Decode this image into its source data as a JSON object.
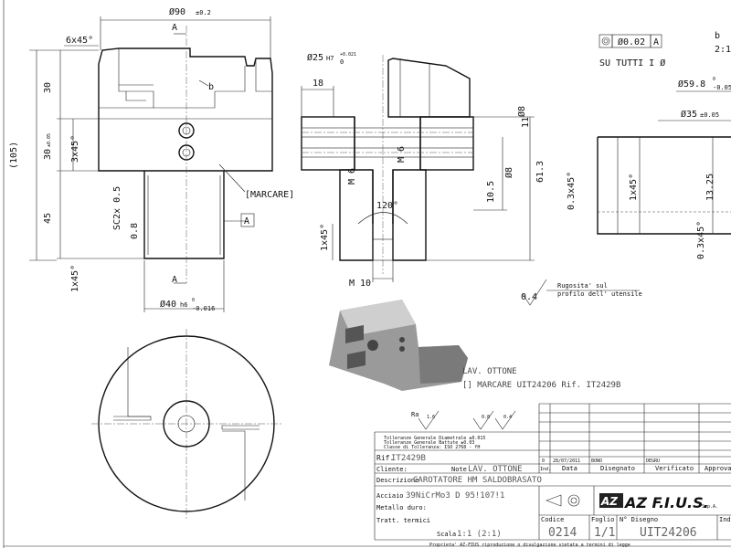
{
  "front_view": {
    "dim_top_diameter": "Ø90",
    "dim_top_diameter_tol": "±0.2",
    "dim_chamfer_top": "6x45°",
    "section_mark_top": "A",
    "section_mark_bottom": "A",
    "label_b": "b",
    "dim_30": "30",
    "dim_30_tol_value": "30",
    "dim_30_tol": "±0.05",
    "dim_105": "(105)",
    "dim_3x45": "3x45°",
    "dim_45": "45",
    "dim_1x45": "1x45°",
    "dim_sc2x05": "SC2x 0.5",
    "rough_08": "0.8",
    "marcare": "[MARCARE]",
    "datum_A": "A",
    "dim_bottom_diameter": "Ø40",
    "dim_bottom_fit": "h6",
    "dim_bottom_upper": "0",
    "dim_bottom_lower": "-0.016"
  },
  "section_view": {
    "dim_bore": "Ø25",
    "dim_bore_fit": "H7",
    "dim_bore_upper": "+0.021",
    "dim_bore_lower": "0",
    "dim_18": "18",
    "dim_11": "11",
    "dim_phi8_a": "Ø8",
    "dim_phi8_b": "Ø8",
    "dim_m6_a": "M 6",
    "dim_m6_b": "M 6",
    "dim_10_5": "10.5",
    "dim_61_3": "61.3",
    "dim_120": "120°",
    "dim_1x45": "1x45°",
    "dim_m10": "M 10",
    "rough_04": "0.4",
    "rough_note_1": "Rugosita' sul",
    "rough_note_2": "profilo dell' utensile"
  },
  "right_view": {
    "tol_symbol": "◎",
    "tol_value": "Ø0.02",
    "tol_datum": "A",
    "tol_note": "SU TUTTI I Ø",
    "label_b": "b",
    "scale": "2:1",
    "dim_59_8": "Ø59.8",
    "dim_59_8_upper": "0",
    "dim_59_8_lower": "-0.05",
    "dim_35": "Ø35",
    "dim_35_tol": "±0.05",
    "dim_03x45_a": "0.3x45°",
    "dim_1x45": "1x45°",
    "dim_13_25": "13.25",
    "dim_03x45_b": "0.3x45°"
  },
  "notes": {
    "material_line": "LAV. OTTONE",
    "marking_line": "[] MARCARE UIT24206 Rif. IT2429B"
  },
  "title_block": {
    "ra_label": "Ra",
    "ra_values": [
      "1.6",
      "0.8",
      "0.4"
    ],
    "tol_lines": [
      "Tolleranze Generale Diametrale ±0.015",
      "Tolleranze Generale Battute ±0.03",
      "Classe di Tolleranza: ISO 2768 - fH"
    ],
    "rif_label": "Rif.",
    "rif_value": "IT2429B",
    "cliente_label": "Cliente:",
    "note_label": "Note",
    "note_value": "LAV. OTTONE",
    "revision": {
      "index": "0",
      "date": "28/07/2011",
      "designer": "BONO",
      "verifier": "DEGRU"
    },
    "revision_headers": [
      "Ind.",
      "Data",
      "Disegnato",
      "Verificato",
      "Approvato"
    ],
    "descrizione_label": "Descrizione",
    "descrizione_value": "CAROTATORE HM SALDOBRASATO",
    "acciaio_label": "Acciaio",
    "acciaio_value": "39NiCrMo3 D 95!107!1",
    "metallo_label": "Metallo duro:",
    "tratt_label": "Tratt. termici",
    "scala_label": "Scala",
    "scala_value": "1:1 (2:1)",
    "logo_text": "AZ F.I.U.S.",
    "logo_suffix": "S.p.A.",
    "codice_label": "Codice",
    "codice_value": "0214",
    "foglio_label": "Foglio",
    "foglio_value": "1/1",
    "disegno_label": "N° Disegno",
    "disegno_value": "UIT24206",
    "ind_label": "Ind",
    "footer": "Proprieta' AZ-FIUS riproduzione o divulgazione vietata a termini di legge"
  }
}
